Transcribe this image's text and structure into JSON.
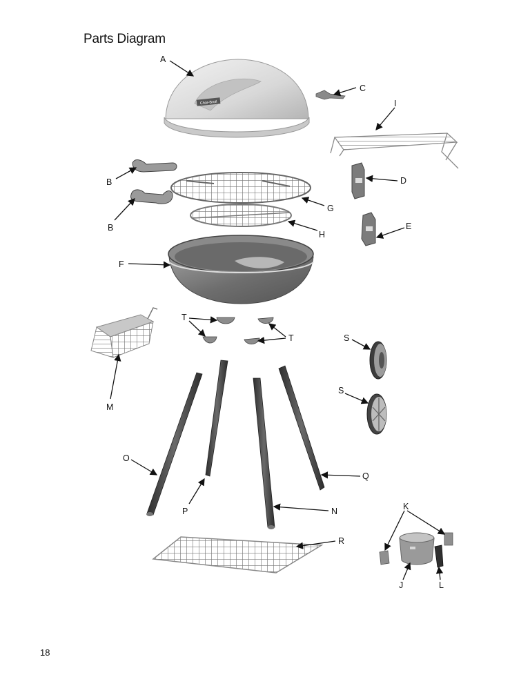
{
  "document": {
    "title": "Parts Diagram",
    "page_number": "18"
  },
  "brand_plate": "Char-Broil",
  "callouts": {
    "A": "A",
    "B1": "B",
    "B2": "B",
    "C": "C",
    "D": "D",
    "E": "E",
    "F": "F",
    "G": "G",
    "H": "H",
    "I": "I",
    "J": "J",
    "K": "K",
    "L": "L",
    "M": "M",
    "N": "N",
    "O": "O",
    "P": "P",
    "Q": "Q",
    "R": "R",
    "S1": "S",
    "S2": "S",
    "T1": "T",
    "T2": "T"
  },
  "colors": {
    "part_gray": "#8f8f8f",
    "part_dark": "#4a4a4a",
    "part_light": "#d6d6d6",
    "line": "#111111"
  }
}
